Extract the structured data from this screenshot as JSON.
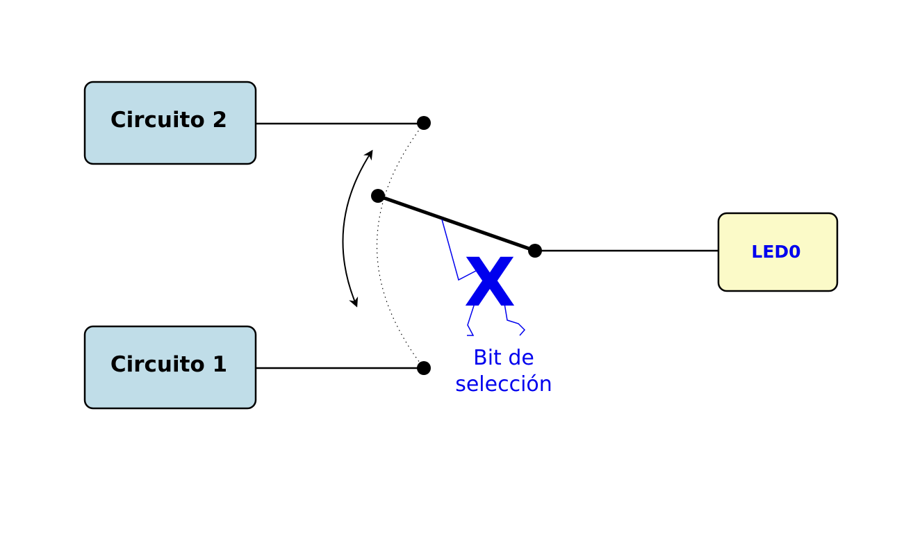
{
  "blocks": {
    "circuit2": {
      "label": "Circuito 2",
      "fill": "#c0dde8"
    },
    "circuit1": {
      "label": "Circuito 1",
      "fill": "#c0dde8"
    },
    "led": {
      "label": "LED0",
      "fill": "#fbfac8",
      "text_color": "#0000ee"
    }
  },
  "selector": {
    "variable": "X",
    "label_line1": "Bit de",
    "label_line2": "selección",
    "color": "#0000ee"
  },
  "colors": {
    "wire": "#000000",
    "box_stroke": "#000000"
  }
}
